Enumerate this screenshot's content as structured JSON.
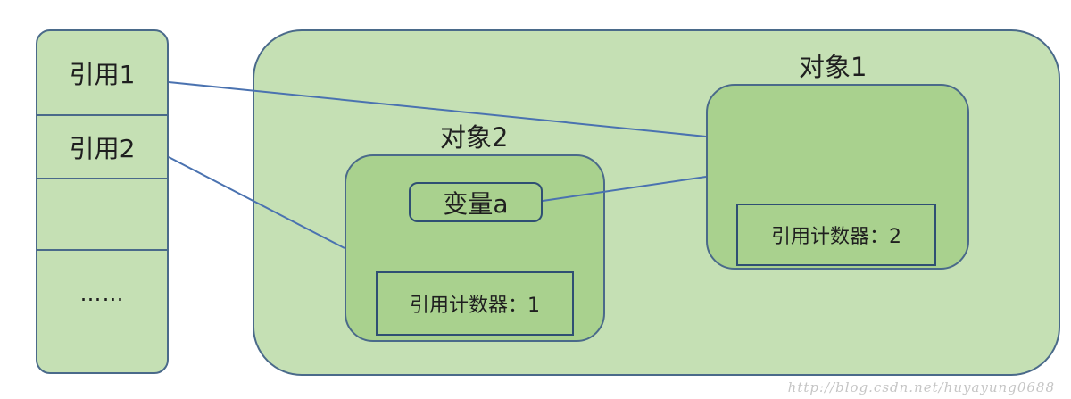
{
  "stack": {
    "cells": [
      "引用1",
      "引用2",
      "",
      "……"
    ]
  },
  "object1": {
    "title": "对象1",
    "counter": "引用计数器：2"
  },
  "object2": {
    "title": "对象2",
    "variable": "变量a",
    "counter": "引用计数器：1"
  },
  "watermark": "http://blog.csdn.net/huyayung0688",
  "colors": {
    "container_fill": "#c5e0b4",
    "object_fill": "#a9d18e",
    "border": "#4a6a8a",
    "line": "#4a72b0"
  }
}
